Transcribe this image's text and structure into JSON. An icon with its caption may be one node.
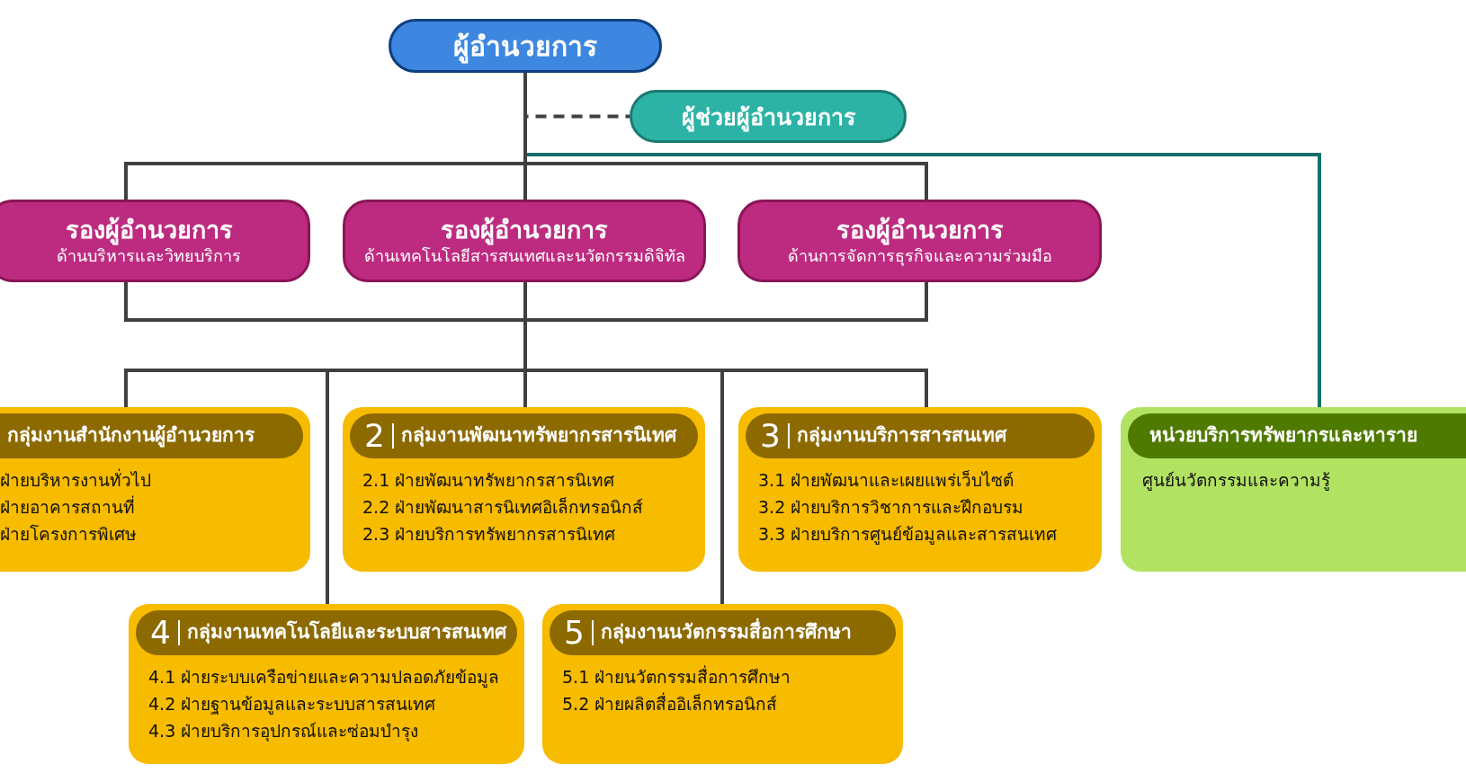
{
  "diagram": {
    "nodes": [
      {
        "text": [
          "ผู้อำนวยการ"
        ]
      },
      {
        "text": [
          "ผู้ช่วยผู้อำนวยการ"
        ]
      },
      {
        "text": [
          "รองผู้อำนวยการ",
          "ด้านบริหารและวิทยบริการ"
        ]
      },
      {
        "text": [
          "รองผู้อำนวยการ",
          "ด้านเทคโนโลยีสารสนเทศและนวัตกรรมดิจิทัล"
        ]
      },
      {
        "text": [
          "รองผู้อำนวยการ",
          "ด้านการจัดการธุรกิจและความร่วมมือ"
        ]
      },
      {
        "text": [
          "กลุ่มงานสำนักงานผู้อำนวยการ",
          "ฝ่ายบริหารงานทั่วไป",
          "ฝ่ายอาคารสถานที่",
          "ฝ่ายโครงการพิเศษ"
        ]
      },
      {
        "text": [
          "2",
          "กลุ่มงานพัฒนาทรัพยากรสารนิเทศ",
          "2.1 ฝ่ายพัฒนาทรัพยากรสารนิเทศ",
          "2.2 ฝ่ายพัฒนาสารนิเทศอิเล็กทรอนิกส์",
          "2.3 ฝ่ายบริการทรัพยากรสารนิเทศ"
        ]
      },
      {
        "text": [
          "3",
          "กลุ่มงานบริการสารสนเทศ",
          "3.1 ฝ่ายพัฒนาและเผยแพร่เว็บไซต์",
          "3.2 ฝ่ายบริการวิชาการและฝึกอบรม",
          "3.3 ฝ่ายบริการศูนย์ข้อมูลและสารสนเทศ"
        ]
      },
      {
        "text": [
          "หน่วยบริการทรัพยากรและหาราย",
          "ศูนย์นวัตกรรมและความรู้"
        ]
      },
      {
        "text": [
          "4",
          "กลุ่มงานเทคโนโลยีและระบบสารสนเทศ",
          "4.1 ฝ่ายระบบเครือข่ายและความปลอดภัยข้อมูล",
          "4.2 ฝ่ายฐานข้อมูลและระบบสารสนเทศ",
          "4.3 ฝ่ายบริการอุปกรณ์และซ่อมบำรุง"
        ]
      },
      {
        "text": [
          "5",
          "กลุ่มงานนวัตกรรมสื่อการศึกษา",
          "5.1 ฝ่ายนวัตกรรมสื่อการศึกษา",
          "5.2 ฝ่ายผลิตสื่ออิเล็กทรอนิกส์"
        ]
      }
    ],
    "edges": [
      {
        "from": 0,
        "to": 1,
        "arrow": "none",
        "style": "dashed"
      },
      {
        "from": 0,
        "to": 2,
        "arrow": "none"
      },
      {
        "from": 0,
        "to": 3,
        "arrow": "none"
      },
      {
        "from": 0,
        "to": 4,
        "arrow": "none"
      },
      {
        "from": 0,
        "to": 8,
        "arrow": "none",
        "color": "#13706a"
      },
      {
        "from": 2,
        "to": 5,
        "arrow": "none"
      },
      {
        "from": 2,
        "to": 6,
        "arrow": "none"
      },
      {
        "from": 2,
        "to": 7,
        "arrow": "none"
      },
      {
        "from": 2,
        "to": 9,
        "arrow": "none"
      },
      {
        "from": 2,
        "to": 10,
        "arrow": "none"
      },
      {
        "from": 3,
        "to": 5,
        "arrow": "none"
      },
      {
        "from": 3,
        "to": 6,
        "arrow": "none"
      },
      {
        "from": 3,
        "to": 7,
        "arrow": "none"
      },
      {
        "from": 3,
        "to": 9,
        "arrow": "none"
      },
      {
        "from": 3,
        "to": 10,
        "arrow": "none"
      },
      {
        "from": 4,
        "to": 5,
        "arrow": "none"
      },
      {
        "from": 4,
        "to": 6,
        "arrow": "none"
      },
      {
        "from": 4,
        "to": 7,
        "arrow": "none"
      },
      {
        "from": 4,
        "to": 9,
        "arrow": "none"
      },
      {
        "from": 4,
        "to": 10,
        "arrow": "none"
      }
    ]
  }
}
